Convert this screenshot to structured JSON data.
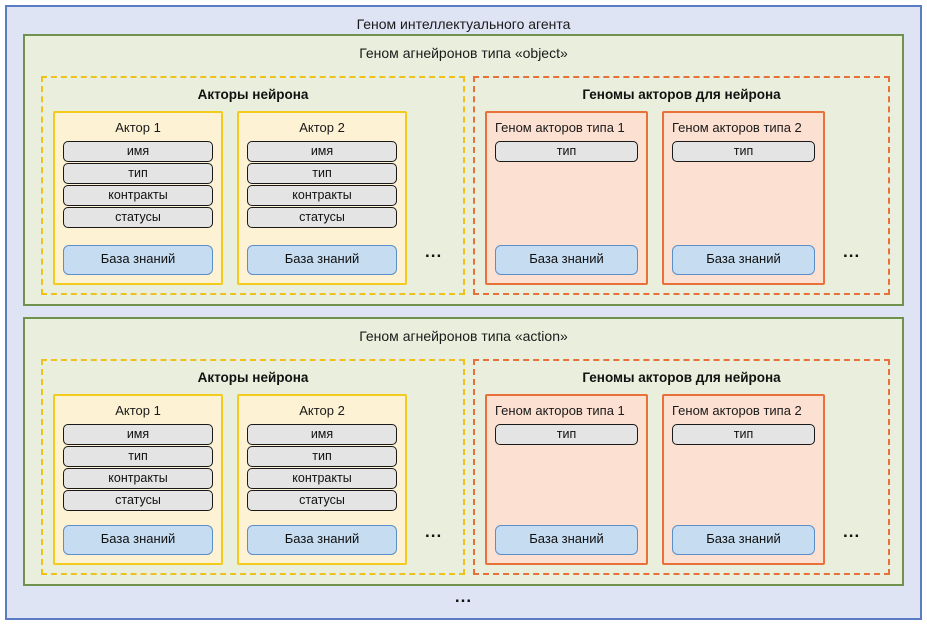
{
  "agent": {
    "title": "Геном интеллектуального агента",
    "bottom_ellipsis": "...",
    "frame_color": "#5b7cc4",
    "frame_fill": "#dfe4f4"
  },
  "colors": {
    "neuron_panel_border": "#70924f",
    "neuron_panel_fill": "#e9efdc",
    "actors_dashed_border": "#eec11d",
    "genomes_dashed_border": "#e8713a",
    "actor_card_border": "#f2cb1d",
    "actor_card_fill": "#fdf2d4",
    "genome_card_border": "#e8713a",
    "genome_card_fill": "#fce0d2",
    "attribute_box_fill": "#e4e4e4",
    "attribute_box_border": "#191919",
    "knowledge_base_fill": "#c6dcf1",
    "knowledge_base_border": "#5b8fc9"
  },
  "neuron_panels": [
    {
      "title": "Геном агнейронов типа «object»",
      "actors_column": {
        "title": "Акторы нейрона",
        "ellipsis": "...",
        "cards": [
          {
            "title": "Актор 1",
            "attributes": [
              "имя",
              "тип",
              "контракты",
              "статусы"
            ],
            "knowledge_base": "База знаний"
          },
          {
            "title": "Актор 2",
            "attributes": [
              "имя",
              "тип",
              "контракты",
              "статусы"
            ],
            "knowledge_base": "База знаний"
          }
        ]
      },
      "genomes_column": {
        "title": "Геномы акторов для нейрона",
        "ellipsis": "...",
        "cards": [
          {
            "title": "Геном акторов типа 1",
            "attributes": [
              "тип"
            ],
            "knowledge_base": "База знаний"
          },
          {
            "title": "Геном акторов типа 2",
            "attributes": [
              "тип"
            ],
            "knowledge_base": "База знаний"
          }
        ]
      }
    },
    {
      "title": "Геном агнейронов типа «action»",
      "actors_column": {
        "title": "Акторы нейрона",
        "ellipsis": "...",
        "cards": [
          {
            "title": "Актор 1",
            "attributes": [
              "имя",
              "тип",
              "контракты",
              "статусы"
            ],
            "knowledge_base": "База знаний"
          },
          {
            "title": "Актор 2",
            "attributes": [
              "имя",
              "тип",
              "контракты",
              "статусы"
            ],
            "knowledge_base": "База знаний"
          }
        ]
      },
      "genomes_column": {
        "title": "Геномы акторов для нейрона",
        "ellipsis": "...",
        "cards": [
          {
            "title": "Геном акторов типа 1",
            "attributes": [
              "тип"
            ],
            "knowledge_base": "База знаний"
          },
          {
            "title": "Геном акторов типа 2",
            "attributes": [
              "тип"
            ],
            "knowledge_base": "База знаний"
          }
        ]
      }
    }
  ]
}
